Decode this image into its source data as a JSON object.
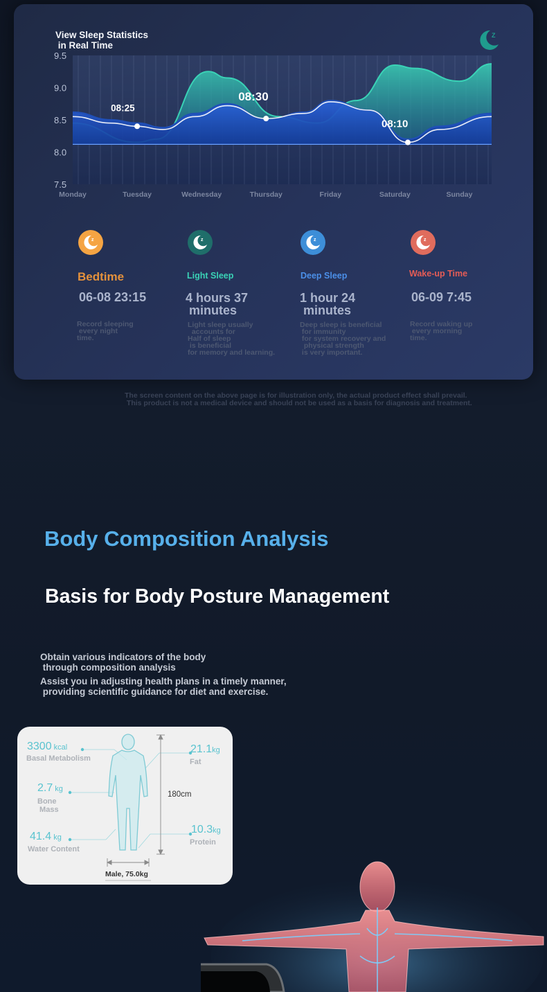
{
  "sleep_panel": {
    "title": "View Sleep Statistics\n in Real Time",
    "header_icon": "moon-z-icon",
    "chart_data": {
      "type": "line",
      "categories": [
        "Monday",
        "Tuesday",
        "Wednesday",
        "Thursday",
        "Friday",
        "Saturday",
        "Sunday"
      ],
      "yticks": [
        "9.5",
        "9.0",
        "8.5",
        "8.0",
        "7.5"
      ],
      "ylim": [
        7.5,
        9.5
      ],
      "grid": "vertical",
      "annotations": [
        {
          "label": "08:25",
          "x": 1.0,
          "y": 8.4
        },
        {
          "label": "08:30",
          "x": 3.0,
          "y": 8.52
        },
        {
          "label": "08:10",
          "x": 5.2,
          "y": 8.15
        }
      ],
      "series": [
        {
          "color": "#3ad2b6",
          "x": [
            0,
            1,
            1.3,
            2.1,
            2.4,
            3.2,
            3.8,
            4.4,
            5.0,
            5.3,
            6.0,
            6.5
          ],
          "values": [
            8.45,
            8.15,
            8.2,
            9.25,
            9.15,
            8.55,
            8.45,
            8.8,
            9.35,
            9.3,
            9.1,
            9.37
          ]
        },
        {
          "color": "#ffffff",
          "x": [
            0,
            0.6,
            1.0,
            1.4,
            1.9,
            2.4,
            3.0,
            3.6,
            4.0,
            4.6,
            5.2,
            5.7,
            6.5
          ],
          "values": [
            8.55,
            8.45,
            8.4,
            8.35,
            8.55,
            8.72,
            8.52,
            8.6,
            8.78,
            8.65,
            8.15,
            8.35,
            8.55
          ]
        },
        {
          "color": "#1f4fb8",
          "x": [
            0,
            0.6,
            1.0,
            1.4,
            1.9,
            2.4,
            3.0,
            3.6,
            4.0,
            4.6,
            5.2,
            5.7,
            6.5
          ],
          "values": [
            8.62,
            8.5,
            8.45,
            8.38,
            8.6,
            8.75,
            8.5,
            8.62,
            8.8,
            8.65,
            8.2,
            8.4,
            8.6
          ]
        }
      ]
    },
    "stats": [
      {
        "title": "Bedtime",
        "title_color": "#e4913c",
        "icon_color": "#f5a443",
        "value": "06-08 23:15",
        "desc": "Record sleeping\n every night\ntime."
      },
      {
        "title": "Light Sleep",
        "title_color": "#3ad2b6",
        "icon_color": "#1f6e6a",
        "value": "4 hours 37\n minutes",
        "desc": "Light sleep usually\n  accounts for\nHalf of sleep\n is beneficial\nfor memory and learning."
      },
      {
        "title": "Deep Sleep",
        "title_color": "#4b8fe8",
        "icon_color": "#3d8ed8",
        "value": "1 hour 24\n minutes",
        "desc": "Deep sleep is beneficial\n for immunity\n for system recovery and\n  physical strength\n is very important."
      },
      {
        "title": "Wake-up Time",
        "title_color": "#e55c56",
        "icon_color": "#e06c5d",
        "value": "06-09 7:45",
        "desc": "Record waking up\n every morning\ntime."
      }
    ]
  },
  "disclaimer": "The screen content on the above page is for illustration only, the actual product effect shall prevail.\n This product is not a medical device and should not be used as a basis for diagnosis and treatment.",
  "body_section": {
    "heading": "Body Composition Analysis",
    "subheading": "Basis for Body Posture Management",
    "intro_1": "Obtain various indicators of the body\n through composition analysis",
    "intro_2": "Assist you in adjusting health plans in a timely manner,\n providing scientific guidance for diet and exercise."
  },
  "body_card": {
    "metrics": [
      {
        "num": "3300",
        "unit": " kcal",
        "label": "Basal Metabolism"
      },
      {
        "num": "2.7",
        "unit": " kg",
        "label": "Bone\n Mass"
      },
      {
        "num": "41.4",
        "unit": " kg",
        "label": "Water Content"
      },
      {
        "num": "21.1",
        "unit": "kg",
        "label": "Fat"
      },
      {
        "num": "10.3",
        "unit": "kg",
        "label": "Protein"
      }
    ],
    "height": "180cm",
    "profile": "Male, 75.0kg",
    "figure_icon": "human-body-icon"
  },
  "decor": {
    "anatomy_icon": "anatomy-figure-icon",
    "watch_icon": "smartwatch-icon"
  }
}
